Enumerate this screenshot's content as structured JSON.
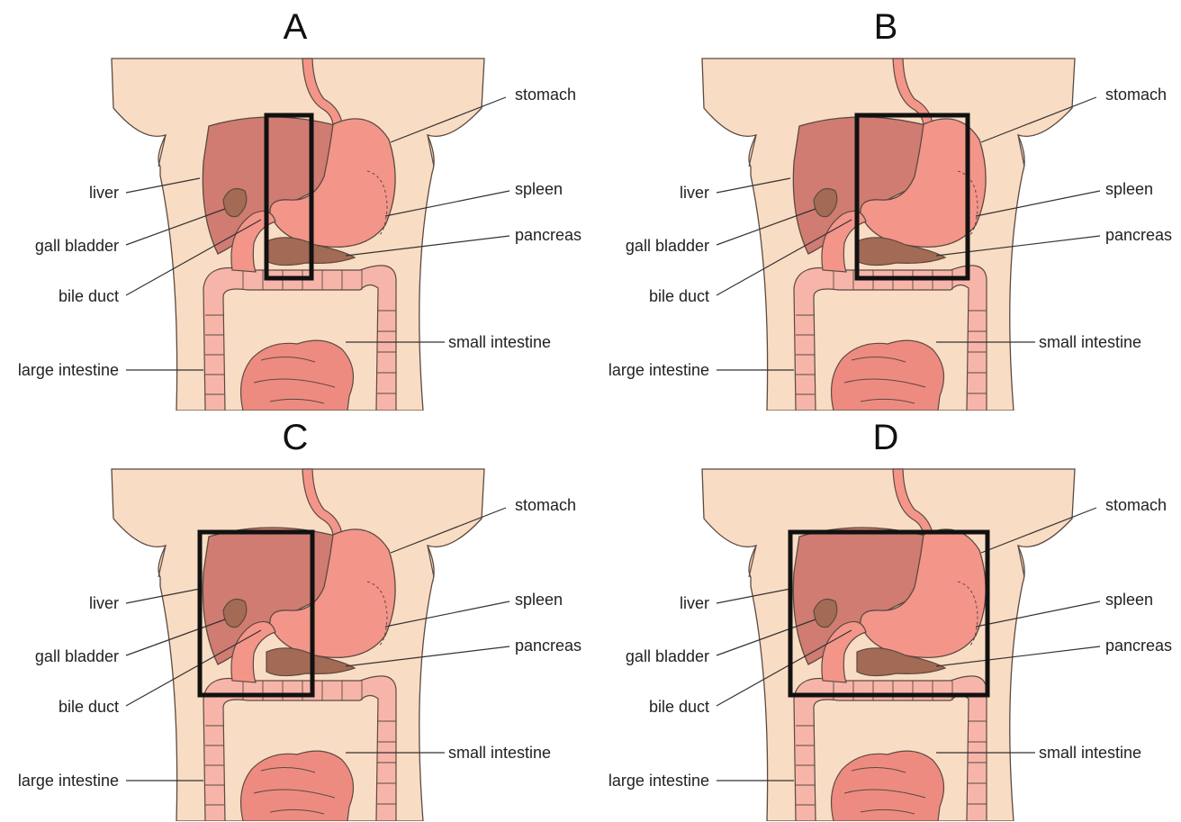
{
  "panels": [
    {
      "letter": "A",
      "box": "narrow-middle"
    },
    {
      "letter": "B",
      "box": "stomach-region"
    },
    {
      "letter": "C",
      "box": "liver-region"
    },
    {
      "letter": "D",
      "box": "upper-abdomen"
    }
  ],
  "labels": {
    "stomach": "stomach",
    "spleen": "spleen",
    "pancreas": "pancreas",
    "small_intestine": "small intestine",
    "liver": "liver",
    "gall_bladder": "gall bladder",
    "bile_duct": "bile duct",
    "large_intestine": "large intestine"
  },
  "colors": {
    "skin": "#f9dcc4",
    "liver": "#d07c72",
    "stomach": "#f4958a",
    "pancreas": "#a36a56",
    "intestine": "#f7b5aa",
    "small_intestine": "#ee8b80",
    "box": "#111111"
  }
}
